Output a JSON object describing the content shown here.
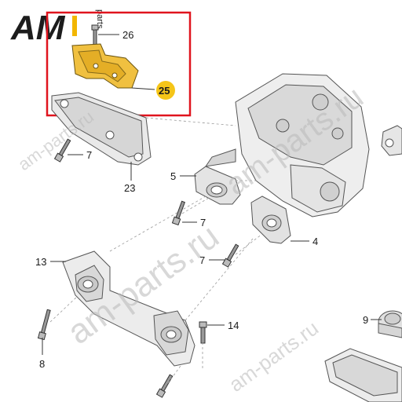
{
  "logo": {
    "brand": "AM",
    "suffix": "parts",
    "colors": {
      "dark": "#1c1c1c",
      "accent": "#f2b600"
    }
  },
  "highlight": {
    "border_color": "#e0141e",
    "badge_color": "#f5c518"
  },
  "part_color": "#f0c040",
  "callouts": [
    {
      "id": "26",
      "label": "26"
    },
    {
      "id": "25",
      "label": "25"
    },
    {
      "id": "7a",
      "label": "7"
    },
    {
      "id": "23",
      "label": "23"
    },
    {
      "id": "5",
      "label": "5"
    },
    {
      "id": "7b",
      "label": "7"
    },
    {
      "id": "4",
      "label": "4"
    },
    {
      "id": "7c",
      "label": "7"
    },
    {
      "id": "13",
      "label": "13"
    },
    {
      "id": "14",
      "label": "14"
    },
    {
      "id": "9",
      "label": "9"
    },
    {
      "id": "8",
      "label": "8"
    }
  ],
  "watermarks": [
    "am-parts.ru",
    "am-parts.ru",
    "am-parts.ru",
    "am-parts.ru"
  ]
}
